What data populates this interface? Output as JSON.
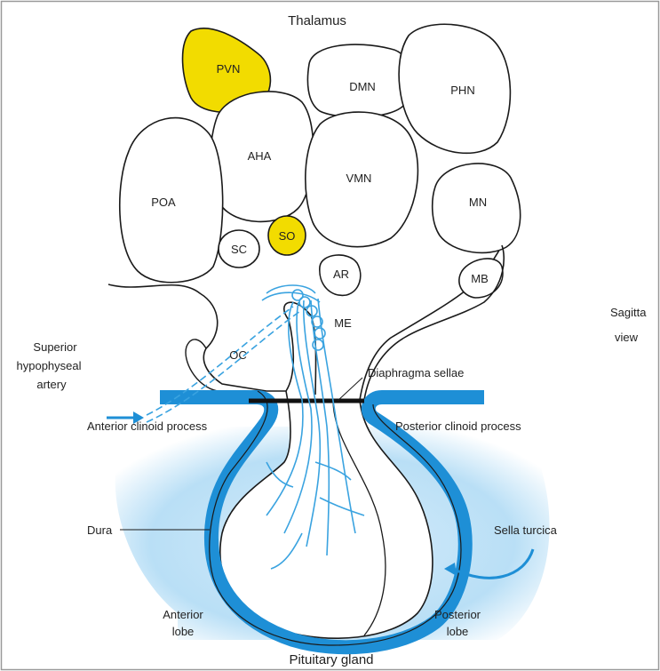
{
  "labels": {
    "top_title": "Thalamus",
    "bottom_title": "Pituitary gland",
    "side_line1": "Sagitta",
    "side_line2": "view",
    "nuclei": {
      "pvn": "PVN",
      "dmn": "DMN",
      "phn": "PHN",
      "aha": "AHA",
      "vmn": "VMN",
      "poa": "POA",
      "mn": "MN",
      "sc": "SC",
      "so": "SO",
      "ar": "AR",
      "mb": "MB",
      "me": "ME",
      "oc": "OC"
    },
    "artery_line1": "Superior",
    "artery_line2": "hypophyseal",
    "artery_line3": "artery",
    "diaphragma": "Diaphragma sellae",
    "anterior_clinoid": "Anterior clinoid process",
    "posterior_clinoid": "Posterior clinoid process",
    "dura": "Dura",
    "sella": "Sella turcica",
    "anterior_lobe_1": "Anterior",
    "anterior_lobe_2": "lobe",
    "posterior_lobe_1": "Posterior",
    "posterior_lobe_2": "lobe"
  },
  "colors": {
    "highlight_yellow": "#f2dc00",
    "dura_blue": "#1e8fd6",
    "vessel_blue": "#3aa3e0",
    "light_blue": "#bfe2f7",
    "outline": "#1a1a1a"
  }
}
